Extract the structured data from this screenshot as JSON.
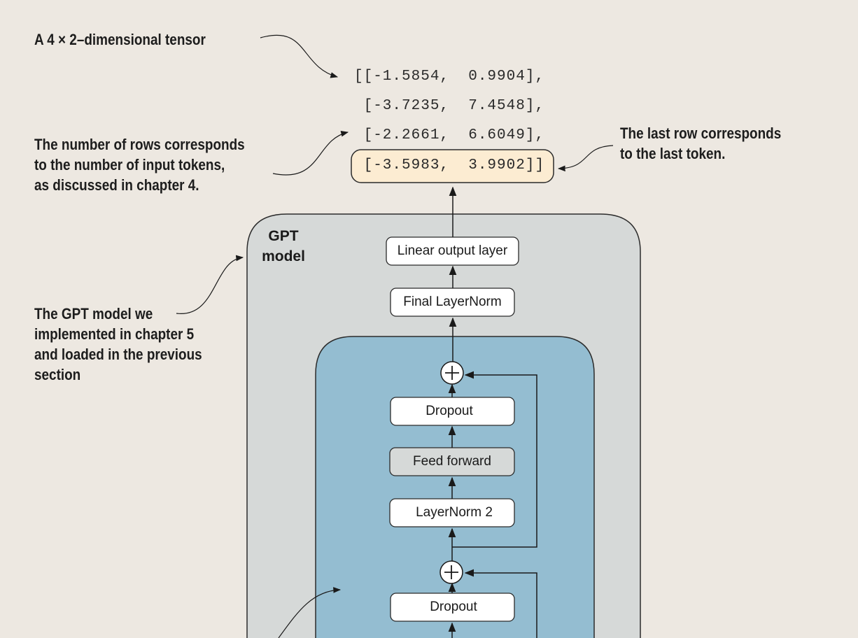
{
  "annotations": {
    "tensor_caption": "A 4 × 2–dimensional tensor",
    "rows_note": [
      "The number of rows corresponds",
      "to the number of input tokens,",
      "as discussed in chapter 4."
    ],
    "last_row_note": [
      "The last row corresponds",
      "to the last token."
    ],
    "gpt_note": [
      "The GPT model we",
      "implemented in chapter 5",
      "and loaded in the previous",
      "section"
    ]
  },
  "tensor": {
    "rows": [
      "[[-1.5854,  0.9904],",
      " [-3.7235,  7.4548],",
      " [-2.2661,  6.6049],",
      " [-3.5983,  3.9902]]"
    ],
    "highlight_color": "#fcecd2"
  },
  "gpt_model": {
    "label_line1": "GPT",
    "label_line2": "model",
    "container_color": "#d6d9d8",
    "block_color": "#94bdd1",
    "linear_output": "Linear output layer",
    "final_norm": "Final LayerNorm",
    "dropout_1": "Dropout",
    "feed_forward": "Feed forward",
    "layernorm_2": "LayerNorm 2",
    "dropout_2": "Dropout",
    "add_symbol": "+"
  }
}
